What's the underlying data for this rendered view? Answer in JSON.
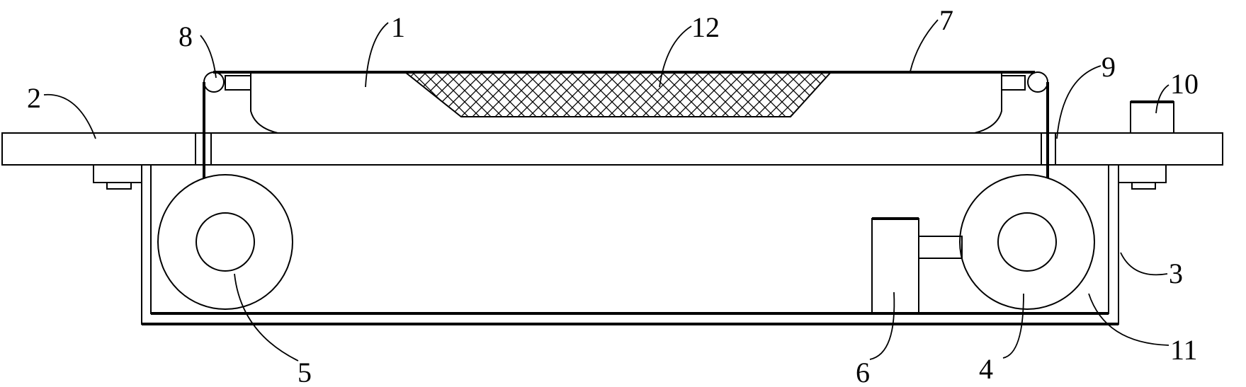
{
  "labels": {
    "body": "1",
    "bar": "2",
    "box": "3",
    "right_wheel": "4",
    "left_wheel": "5",
    "motor": "6",
    "belt": "7",
    "left_pulley": "8",
    "right_pulley": "9",
    "block": "10",
    "inner_tank": "11",
    "mesh": "12"
  }
}
